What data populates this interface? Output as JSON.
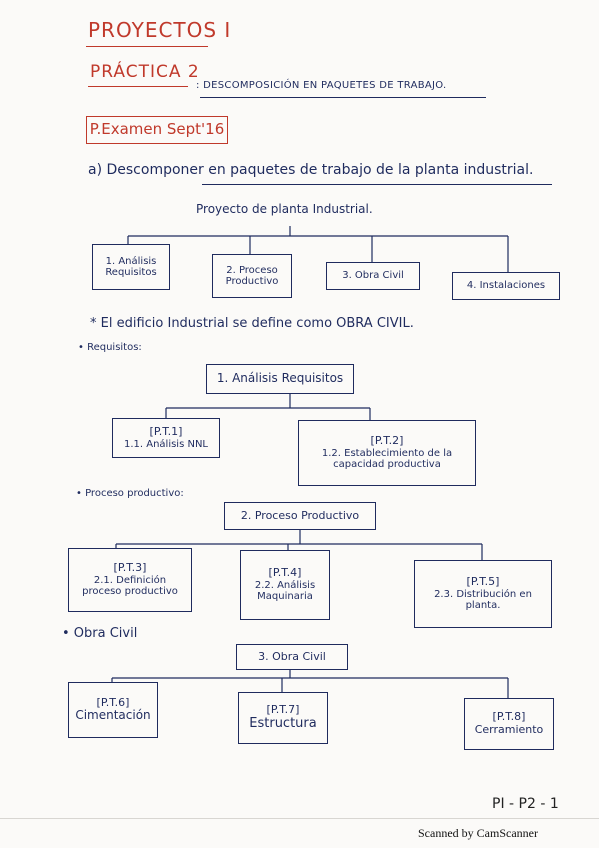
{
  "header": {
    "title": "PROYECTOS I",
    "practice_label": "PRÁCTICA 2",
    "practice_topic": ": DESCOMPOSICIÓN EN PAQUETES DE TRABAJO.",
    "exam_label": "P.Examen Sept'16"
  },
  "question": "a) Descomponer en paquetes de trabajo de la planta industrial.",
  "tree1": {
    "root": "Proyecto de planta Industrial.",
    "nodes": [
      "1. Análisis Requisitos",
      "2. Proceso Productivo",
      "3. Obra Civil",
      "4. Instalaciones"
    ]
  },
  "note": "* El edificio Industrial se define como OBRA CIVIL.",
  "section_requisitos": {
    "label": "• Requisitos:",
    "root": "1. Análisis Requisitos",
    "children": [
      {
        "code": "[P.T.1]",
        "text": "1.1. Análisis NNL"
      },
      {
        "code": "[P.T.2]",
        "text": "1.2. Establecimiento de la capacidad productiva"
      }
    ]
  },
  "section_proceso": {
    "label": "• Proceso productivo:",
    "root": "2. Proceso Productivo",
    "children": [
      {
        "code": "[P.T.3]",
        "text": "2.1. Definición proceso productivo"
      },
      {
        "code": "[P.T.4]",
        "text": "2.2. Análisis Maquinaria"
      },
      {
        "code": "[P.T.5]",
        "text": "2.3. Distribución en planta."
      }
    ]
  },
  "section_obra": {
    "label": "• Obra Civil",
    "root": "3. Obra Civil",
    "children": [
      {
        "code": "[P.T.6]",
        "text": "Cimentación"
      },
      {
        "code": "[P.T.7]",
        "text": "Estructura"
      },
      {
        "code": "[P.T.8]",
        "text": "Cerramiento"
      }
    ]
  },
  "page_ref": "PI - P2 - 1",
  "scanner": "Scanned by CamScanner",
  "colors": {
    "ink": "#1f2b5e",
    "red": "#c0392b"
  }
}
